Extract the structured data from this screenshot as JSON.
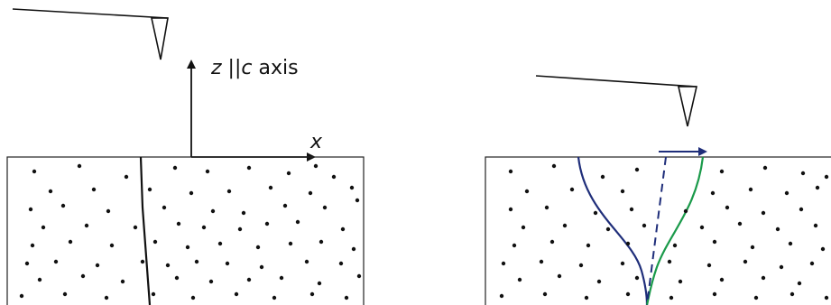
{
  "labels": {
    "z_axis_italic": "z",
    "z_axis_rest": " ||",
    "c_italic": "c",
    "axis_word": " axis",
    "x_axis": "x"
  },
  "colors": {
    "ink": "#111111",
    "blue_curve": "#1f2e7a",
    "green_curve": "#1a9a4a",
    "dashed_line": "#1f2e7a",
    "arrow": "#1f2e7a",
    "dots": "#111111",
    "slab_border": "#222222"
  }
}
